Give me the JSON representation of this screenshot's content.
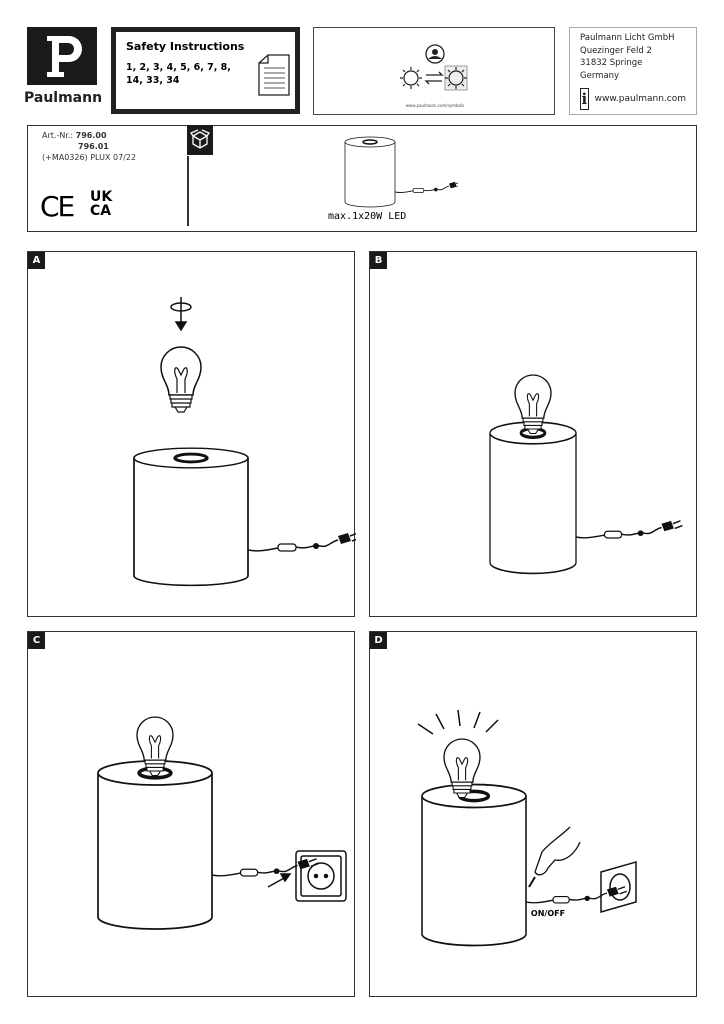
{
  "header": {
    "brand": "Paulmann",
    "safety_title": "Safety Instructions",
    "safety_numbers": "1, 2, 3, 4, 5, 6, 7, 8, 14, 33, 34",
    "symbols_url": "www.paulmann.com/symbols",
    "address": [
      "Paulmann Licht GmbH",
      "Quezinger Feld 2",
      "31832 Springe",
      "Germany"
    ],
    "website": "www.paulmann.com"
  },
  "product": {
    "art_label": "Art.-Nr.:",
    "art_numbers": [
      "796.00",
      "796.01"
    ],
    "code": "(+MA0326) PLUX 07/22",
    "ce_mark": "CE",
    "ukca_mark": [
      "UK",
      "CA"
    ],
    "max_rating": "max.1x20W LED"
  },
  "panels": [
    {
      "label": "A"
    },
    {
      "label": "B"
    },
    {
      "label": "C"
    },
    {
      "label": "D",
      "switch_label": "ON/OFF"
    }
  ]
}
